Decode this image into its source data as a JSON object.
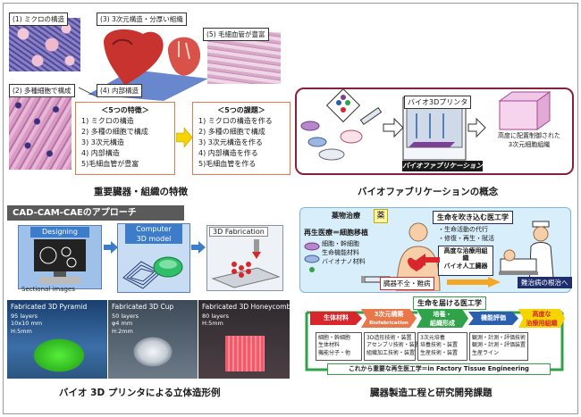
{
  "q1": {
    "labels": {
      "micro": "(1) ミクロの構造",
      "threed": "(3) 3次元構造・分厚い組織",
      "capillary": "(5) 毛細血管が豊富",
      "multi": "(2) 多種細胞で構成",
      "internal": "(4) 内部構造"
    },
    "features": {
      "title": "＜5つの特徴＞",
      "items": [
        "1) ミクロの構造",
        "2) 多種の細胞で構成",
        "3) 3次元構造",
        "4) 内部構造",
        "5)毛細血管が豊富"
      ]
    },
    "challenges": {
      "title": "＜5つの課題＞",
      "items": [
        "1) ミクロの構造を作る",
        "2) 多種の細胞で構成",
        "3) 3次元構造を作る",
        "4) 内部構造を作る",
        "5)毛細血管を作る"
      ]
    },
    "caption": "重要臓器・組織の特徴"
  },
  "q2": {
    "printer_label": "バイオ3Dプリンタ",
    "result_text": [
      "高度に配置制御された",
      "3次元細胞組織"
    ],
    "bar_label": "バイオファブリケーション",
    "caption": "バイオファブリケーションの概念"
  },
  "q3": {
    "banner": "CAD-CAM-CAEのアプローチ",
    "designing": "Designing",
    "sectional": "Sectional images",
    "computer_model": [
      "Computer",
      "3D model"
    ],
    "fabrication": "3D Fabrication",
    "photos": [
      {
        "title": "Fabricated 3D Pyramid",
        "specs": [
          "95 layers",
          "10x10 mm",
          "H:5mm"
        ]
      },
      {
        "title": "Fabricated 3D Cup",
        "specs": [
          "50 layers",
          "φ4 mm",
          "H:2mm"
        ]
      },
      {
        "title": "Fabricated 3D Honeycomb",
        "specs": [
          "80 layers",
          "H:5mm"
        ]
      }
    ],
    "caption": "バイオ 3D プリンタによる立体造形例"
  },
  "q4": {
    "drug": "薬物治療",
    "drug_badge": "薬",
    "regen": "再生医療＝細胞移植",
    "regen_items": [
      "細胞・幹細胞",
      "生命機能材料",
      "バイオナノ材料"
    ],
    "life_tech": "生命を吹き込む医工学",
    "life_items": [
      "・生命活動の代行",
      "・修復・再生・賦活"
    ],
    "advanced_organ": [
      "高度な治療用組",
      "織",
      "バイオ人工臓器"
    ],
    "shortage": "臓器不全・難病",
    "cure": "難治病の根治へ",
    "deliver": "生命を届ける医工学",
    "steps": [
      {
        "label": "生体材料",
        "sub": ""
      },
      {
        "label": "3次元構築",
        "sub": "Biofabrication"
      },
      {
        "label": "培養・",
        "sub": "組織形成"
      },
      {
        "label": "機能評価",
        "sub": ""
      },
      {
        "label": "高度な",
        "sub": "治療用組織"
      }
    ],
    "details": [
      [
        "細胞・幹細胞",
        "生体材料",
        "機能分子・他"
      ],
      [
        "3D造形技術・装置",
        "アセンブリ技術・装置",
        "組織加工技術・装置"
      ],
      [
        "3次元培養",
        "培養技術・装置",
        "生産技術・装置"
      ],
      [
        "観測・計測・評価技術",
        "観測・計測・評価装置",
        "生産ライン"
      ]
    ],
    "bottom": "これから重要な再生医工学＝in Factory Tissue Engineering",
    "caption": "臓器製造工程と研究開発課題"
  },
  "colors": {
    "orange": "#e9774a",
    "yellow": "#f5d400",
    "red": "#d8262c",
    "green": "#2fa24a",
    "blue": "#2a5fb0",
    "purple": "#7d3f98",
    "navy": "#1f2f6e"
  }
}
